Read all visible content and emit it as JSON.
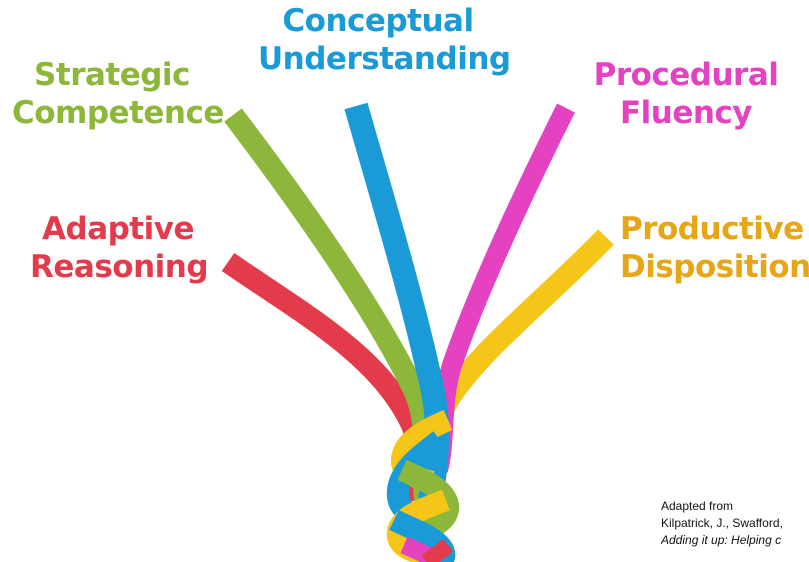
{
  "labels": {
    "conceptual": {
      "line1": "Conceptual",
      "line2": "Understanding"
    },
    "strategic": {
      "line1": "Strategic",
      "line2": "Competence"
    },
    "procedural": {
      "line1": "Procedural",
      "line2": "Fluency"
    },
    "adaptive": {
      "line1": "Adaptive",
      "line2": "Reasoning"
    },
    "productive": {
      "line1": "Productive",
      "line2": "Disposition"
    }
  },
  "citation": {
    "line1": "Adapted from",
    "line2": "Kilpatrick, J., Swafford,",
    "line3": "Adding it up: Helping c"
  },
  "colors": {
    "adaptive": "#e43b4c",
    "adaptive_dark": "#b51f2f",
    "strategic": "#8cb73a",
    "strategic_dark": "#6a9125",
    "conceptual": "#1a9ad6",
    "conceptual_dark": "#0f76ad",
    "procedural": "#e442c0",
    "procedural_dark": "#b92c97",
    "productive": "#f5c518",
    "productive_dark": "#d9a30c"
  }
}
